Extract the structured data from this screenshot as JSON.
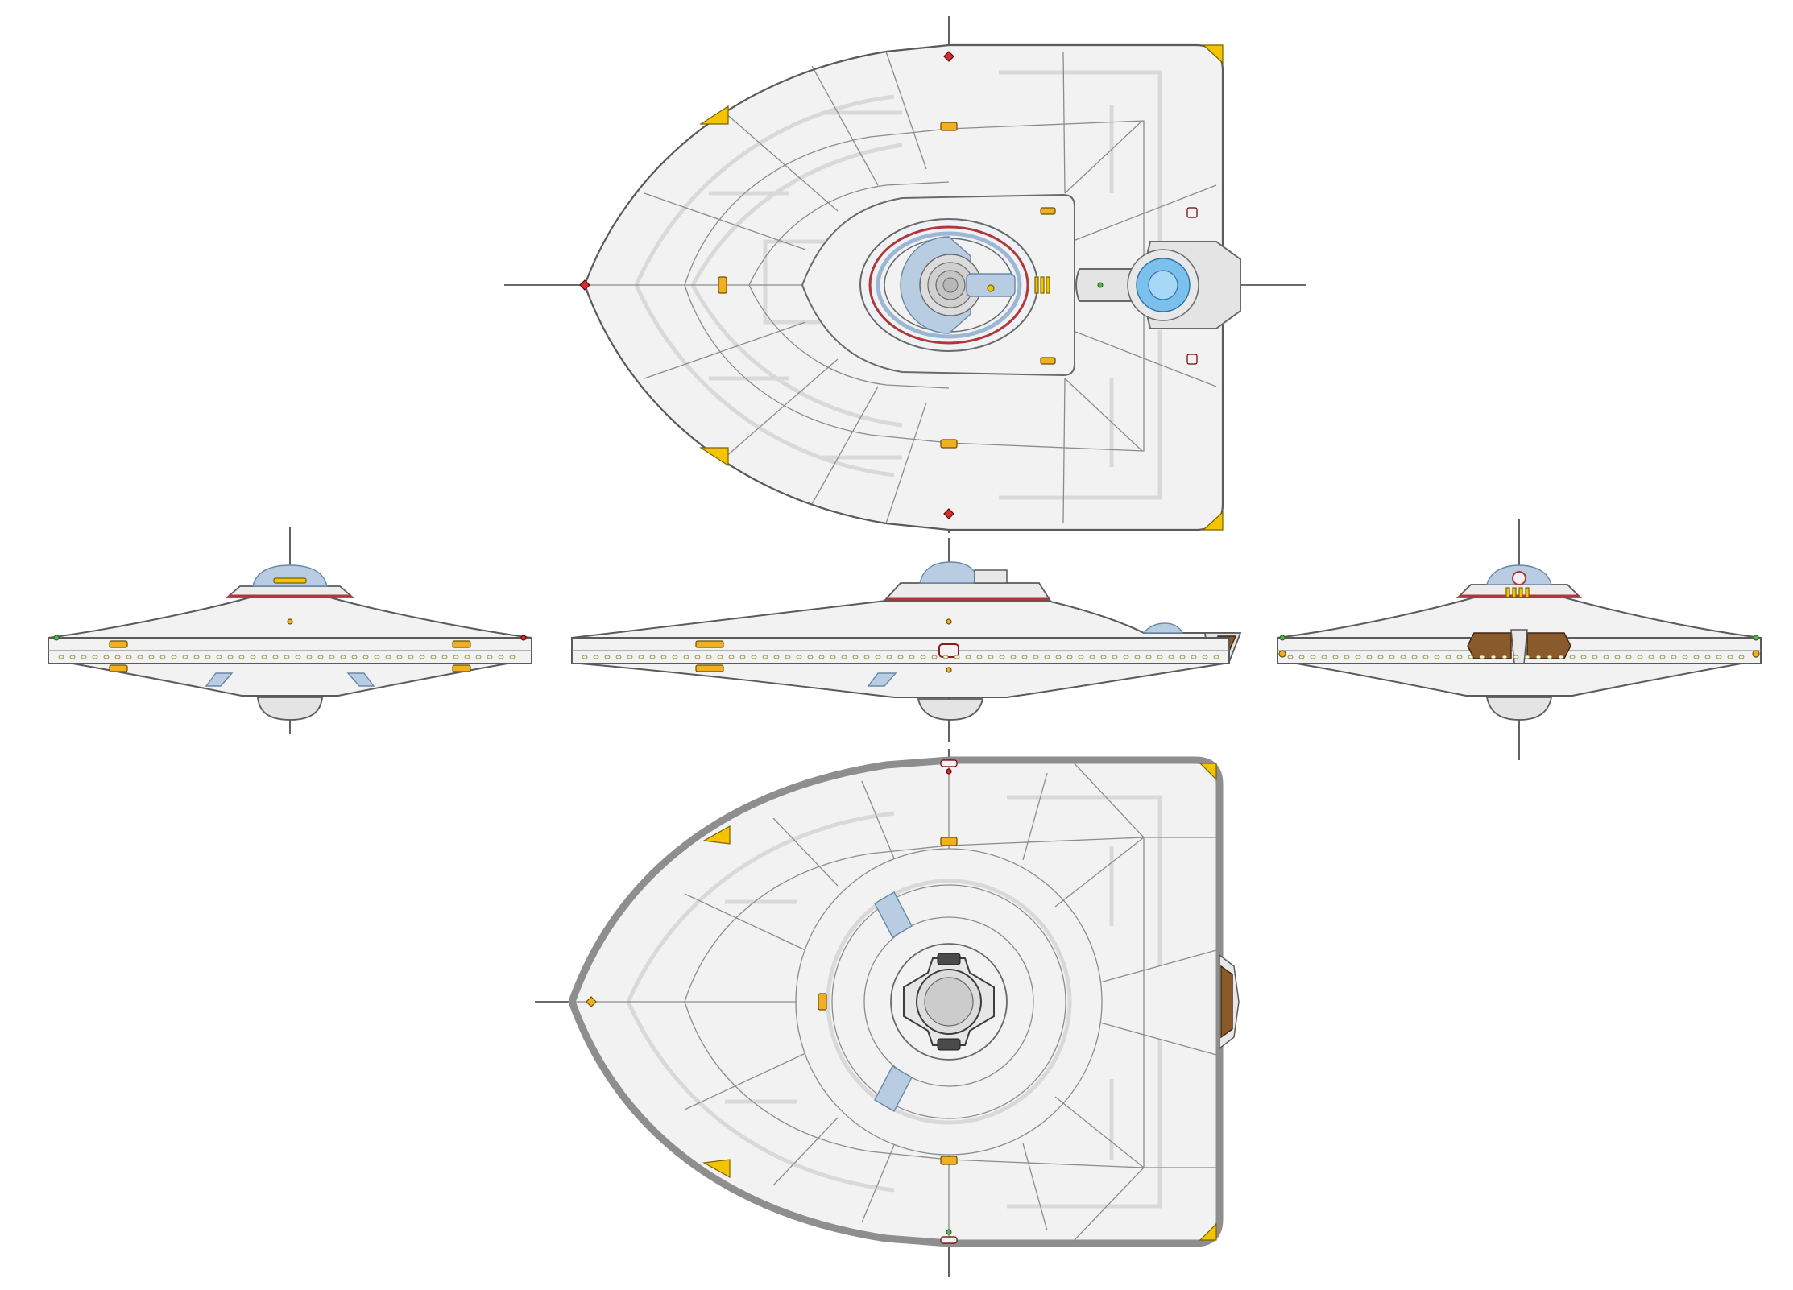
{
  "colors": {
    "hull_fill": "#f2f2f2",
    "hull_outline": "#5a5a5a",
    "hull_rim_ventral": "#8e8e8e",
    "panel_lines": "#8c8c8c",
    "hull_texture": "#d9d9d9",
    "markings_yellow": "#f4c400",
    "markings_orange": "#f0b020",
    "markings_red": "#cc3030",
    "running_light_green": "#4fb84f",
    "bridge_blue": "#b9cde2",
    "impulse_blue": "#7cc0ee",
    "shuttlebay_brown": "#8b5a2b",
    "background": "#ffffff"
  },
  "views": [
    {
      "id": "dorsal",
      "icon": "dorsal-plan-view"
    },
    {
      "id": "port",
      "icon": "side-profile-view"
    },
    {
      "id": "profile",
      "icon": "side-profile-view"
    },
    {
      "id": "aft",
      "icon": "aft-elevation-view"
    },
    {
      "id": "ventral",
      "icon": "ventral-plan-view"
    }
  ]
}
